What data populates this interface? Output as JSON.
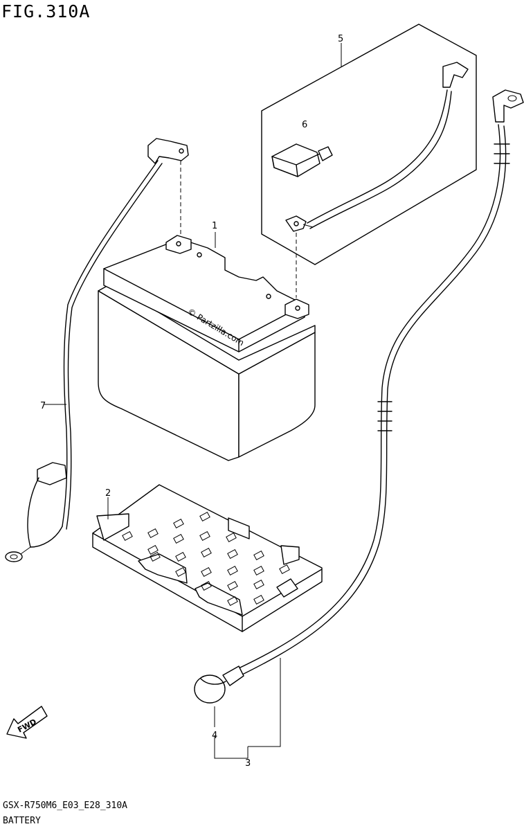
{
  "figure": {
    "title": "FIG.310A",
    "code": "GSX-R750M6_E03_E28_310A",
    "name": "BATTERY",
    "watermark": "© Partzilla.com",
    "fwd_label": "FWD"
  },
  "callouts": [
    {
      "id": "1",
      "label": "1"
    },
    {
      "id": "2",
      "label": "2"
    },
    {
      "id": "3",
      "label": "3"
    },
    {
      "id": "4",
      "label": "4"
    },
    {
      "id": "5",
      "label": "5"
    },
    {
      "id": "6",
      "label": "6"
    },
    {
      "id": "7",
      "label": "7"
    }
  ]
}
